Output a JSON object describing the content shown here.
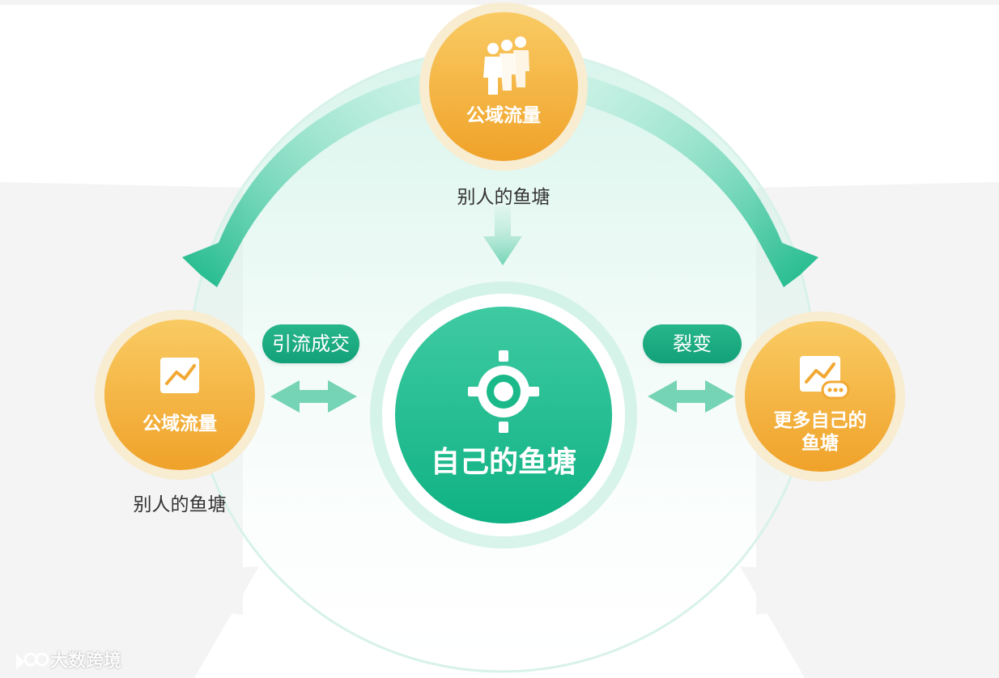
{
  "center": {
    "label": "自己的鱼塘",
    "icon": "target-icon"
  },
  "top_node": {
    "label": "公域流量",
    "icon": "people-group-icon",
    "caption": "别人的鱼塘"
  },
  "left_node": {
    "label": "公域流量",
    "icon": "trend-chart-icon",
    "caption": "别人的鱼塘"
  },
  "right_node": {
    "label": "更多自己的\n鱼塘",
    "icon": "chat-chart-icon"
  },
  "left_link": {
    "label": "引流成交"
  },
  "right_link": {
    "label": "裂变"
  },
  "watermark": {
    "text": "大数跨境"
  },
  "colors": {
    "green_primary": "#13b58b",
    "green_light": "#9fe3cd",
    "orange_primary": "#f2a933",
    "orange_light": "#f8c95c"
  }
}
